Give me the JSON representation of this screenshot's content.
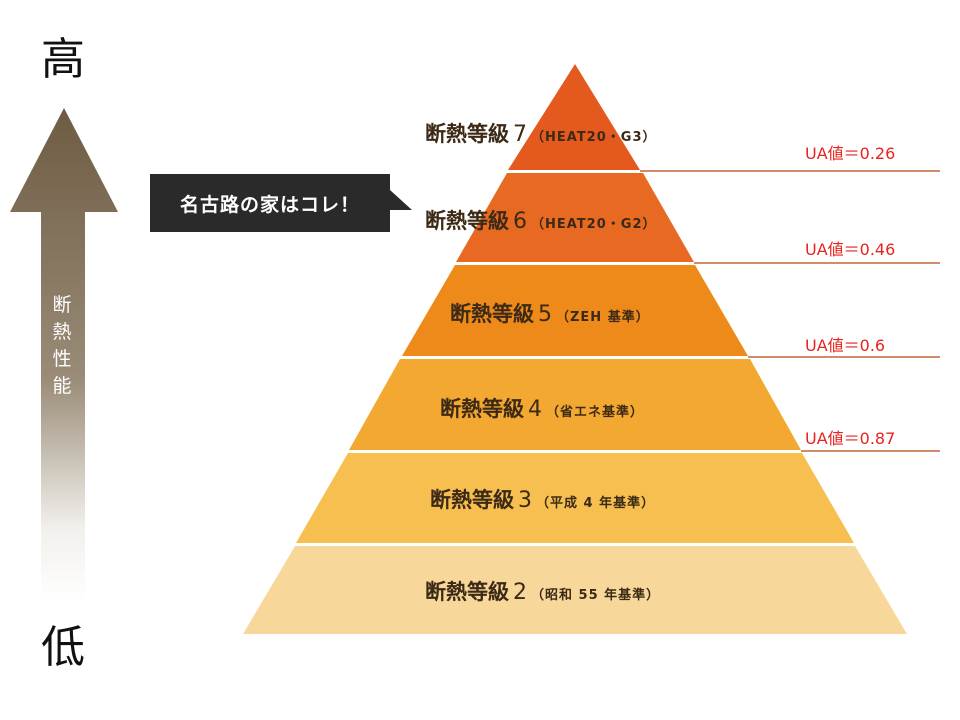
{
  "axis": {
    "high": "高",
    "low": "低",
    "label": "断熱性能"
  },
  "callout": {
    "text": "名古路の家はコレ！"
  },
  "levels": [
    {
      "name": "断熱等級",
      "number": "7",
      "note": "（HEAT20・G3）",
      "color": "#e4591e"
    },
    {
      "name": "断熱等級",
      "number": "6",
      "note": "（HEAT20・G2）",
      "color": "#e86a22"
    },
    {
      "name": "断熱等級",
      "number": "5",
      "note": "（ZEH 基準）",
      "color": "#ee8a1a"
    },
    {
      "name": "断熱等級",
      "number": "4",
      "note": "（省エネ基準）",
      "color": "#f3a831"
    },
    {
      "name": "断熱等級",
      "number": "3",
      "note": "（平成 4 年基準）",
      "color": "#f6bf4f"
    },
    {
      "name": "断熱等級",
      "number": "2",
      "note": "（昭和 55 年基準）",
      "color": "#f8d89a"
    }
  ],
  "ua_values": [
    {
      "label": "UA値＝0.26"
    },
    {
      "label": "UA値＝0.46"
    },
    {
      "label": "UA値＝0.6"
    },
    {
      "label": "UA値＝0.87"
    }
  ],
  "colors": {
    "arrow_top": "#6e5b43",
    "arrow_bottom": "#ffffff",
    "ua_text": "#e8231e",
    "ua_line": "#c0653a"
  }
}
